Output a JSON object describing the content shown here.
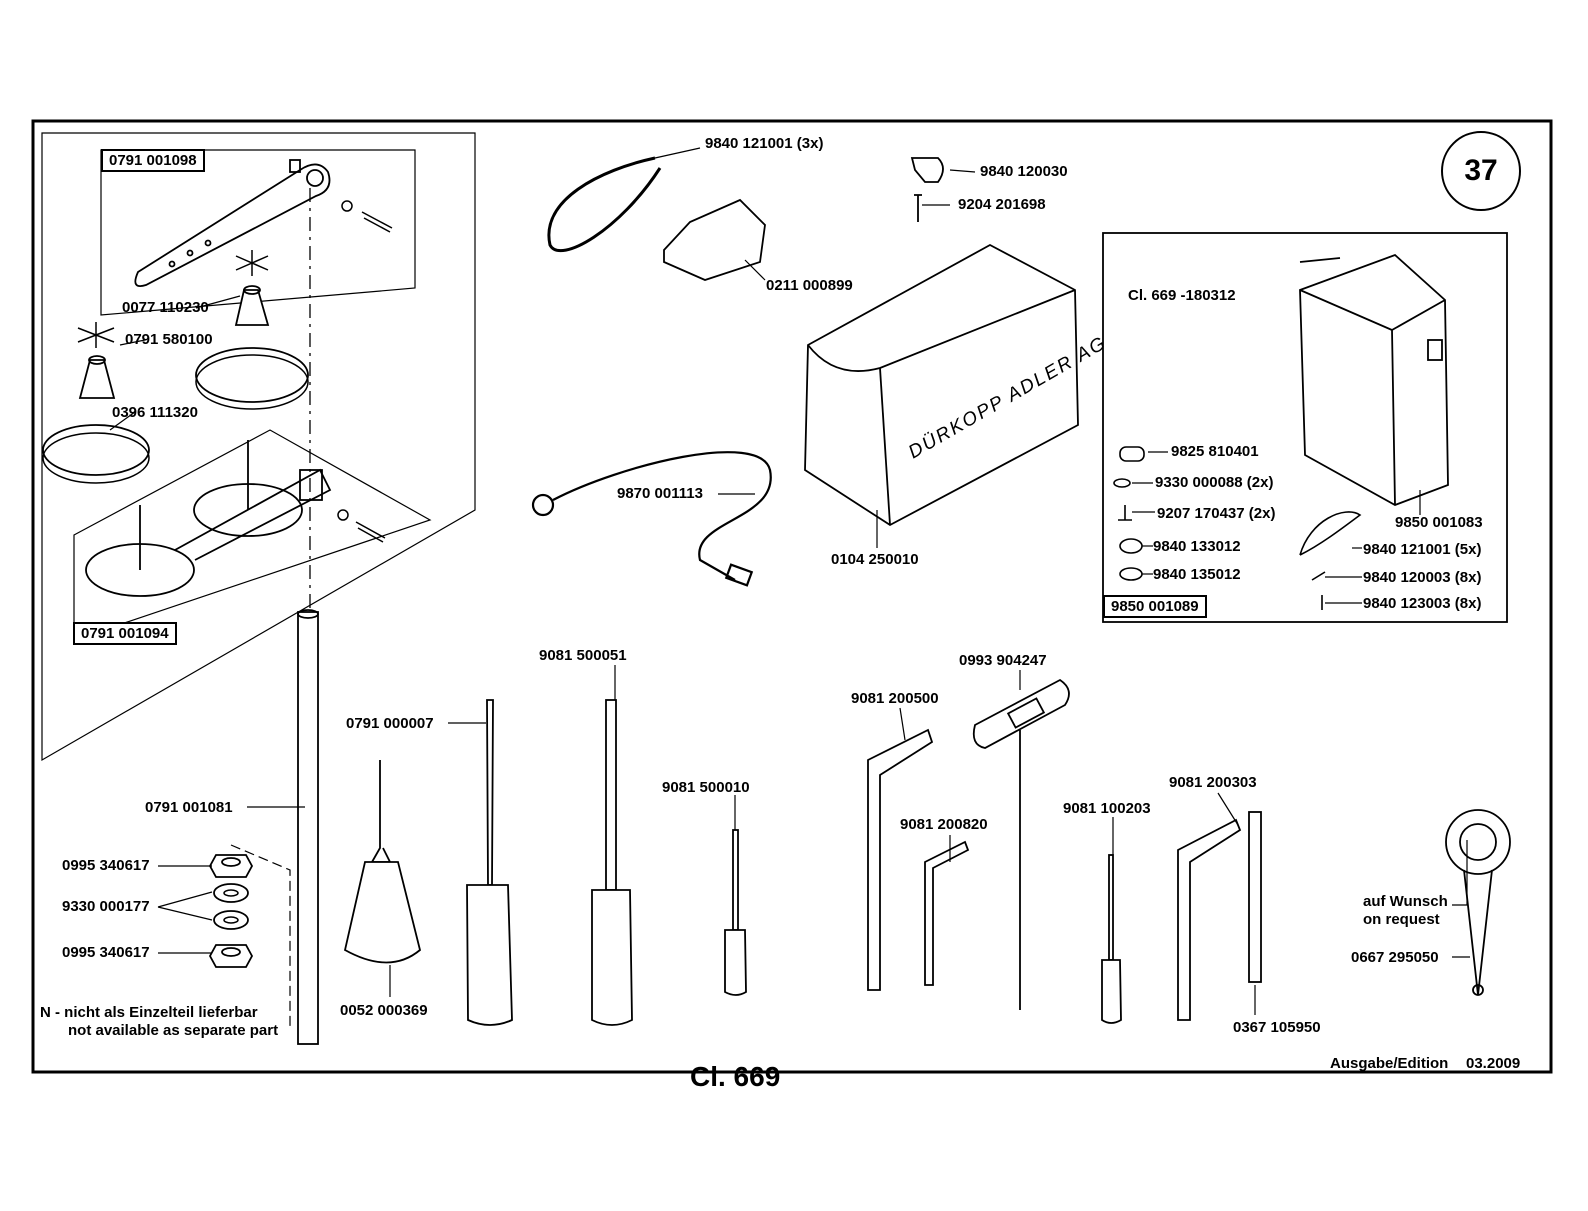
{
  "page_number": "37",
  "footer": {
    "model": "Cl. 669",
    "edition_label": "Ausgabe/Edition",
    "edition_date": "03.2009"
  },
  "note": {
    "line_de": "N - nicht als Einzelteil lieferbar",
    "line_en": "not available as separate part"
  },
  "brand_text": "DÜRKOPP ADLER AG",
  "parts": {
    "p_0791001098": "0791 001098",
    "p_0077110230": "0077 110230",
    "p_0791580100": "0791 580100",
    "p_0396111320": "0396 111320",
    "p_0791001094": "0791 001094",
    "p_0791001081": "0791 001081",
    "p_0995340617a": "0995 340617",
    "p_9330000177": "9330 000177",
    "p_0995340617b": "0995 340617",
    "p_9840121001": "9840 121001 (3x)",
    "p_0211000899": "0211 000899",
    "p_9840120030": "9840 120030",
    "p_9204201698": "9204 201698",
    "p_9870001113": "9870 001113",
    "p_0104250010": "0104 250010",
    "p_0791000007": "0791 000007",
    "p_0052000369": "0052 000369",
    "p_9081500051": "9081 500051",
    "p_9081500010": "9081 500010",
    "p_9081200500": "9081 200500",
    "p_0993904247": "0993 904247",
    "p_9081200820": "9081 200820",
    "p_9081100203": "9081 100203",
    "p_9081200303": "9081 200303",
    "p_0367105950": "0367 105950",
    "p_0667295050": "0667 295050",
    "request_de": "auf Wunsch",
    "request_en": "on request"
  },
  "subbox": {
    "title": "Cl. 669 -180312",
    "p_9825810401": "9825 810401",
    "p_9330000088": "9330 000088 (2x)",
    "p_9207170437": "9207 170437 (2x)",
    "p_9840133012": "9840 133012",
    "p_9840135012": "9840 135012",
    "p_9850001089": "9850 001089",
    "p_9850001083": "9850 001083",
    "p_9840121001": "9840 121001 (5x)",
    "p_9840120003": "9840 120003 (8x)",
    "p_9840123003": "9840 123003 (8x)"
  }
}
